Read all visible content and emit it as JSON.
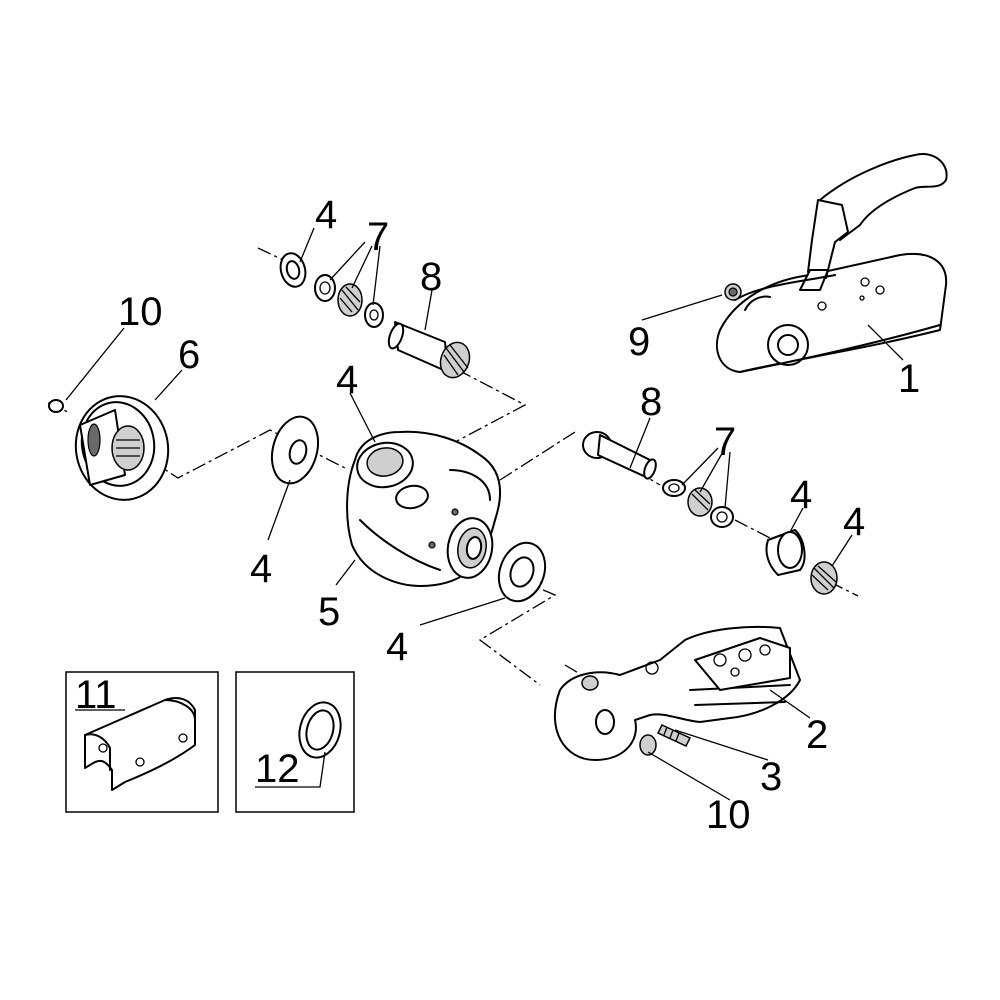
{
  "callouts": [
    "1",
    "2",
    "3",
    "4",
    "4",
    "4",
    "4",
    "4",
    "4",
    "5",
    "6",
    "7",
    "7",
    "8",
    "8",
    "9",
    "10",
    "10",
    "11",
    "12"
  ]
}
